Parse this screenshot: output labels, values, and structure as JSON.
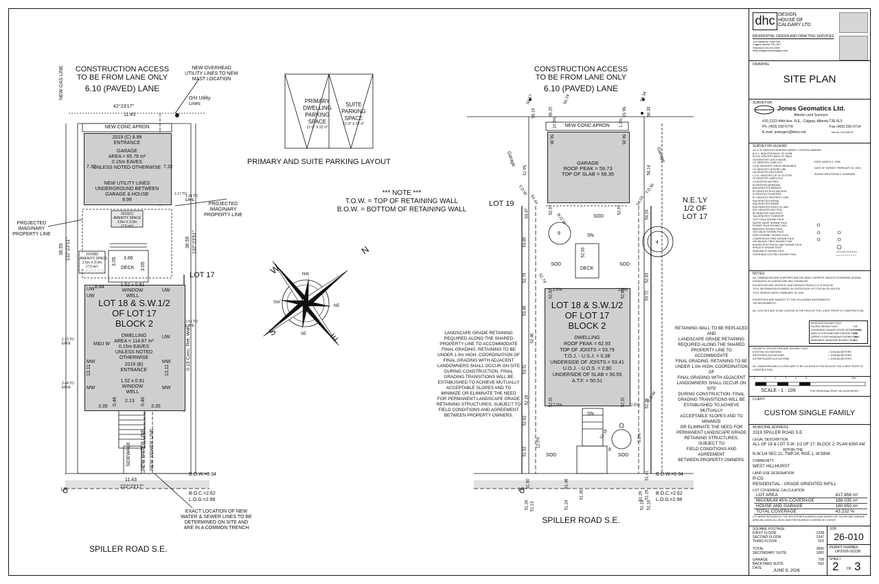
{
  "left_plan": {
    "access_note": [
      "CONSTRUCTION ACCESS",
      "TO BE FROM LANE ONLY"
    ],
    "lane": "6.10 (PAVED) LANE",
    "overhead_note": [
      "NEW OVERHEAD",
      "UTILITY LINES TO NEW",
      "MAST LOCATION"
    ],
    "gas_line": "NEW GAS LINE",
    "oh_utility": "O/H Utility Lines",
    "bearing_top": "42°23'17\"",
    "dim_top": "11.43",
    "apron": "NEW CONC APRON",
    "garage_entrance": [
      "2019 (C)",
      "ENTRANCE"
    ],
    "garage_ent_elev": "8.99",
    "garage_lines": [
      "GARAGE",
      "AREA = 65.78 m²",
      "0.15m EAVES",
      "UNLESS NOTED OTHERWISE"
    ],
    "utility_lines": [
      "NEW UTILITY LINES",
      "UNDERGROUND BETWEEN",
      "GARAGE & HOUSE"
    ],
    "garage_width": "8.99",
    "garage_side": "7.32",
    "projected_right": [
      "PROJECTED",
      "IMAGINARY",
      "PROPERTY LINE"
    ],
    "projected_left": [
      "PROJECTED",
      "IMAGINARY",
      "PROPERTY LINE"
    ],
    "side_dim": "36.55",
    "side_bearing": "132°23'51\"",
    "amenity": [
      "2019(C)",
      "AMENITY SPACE",
      "2.5m X 3.0m",
      "(7.5 m²)"
    ],
    "amenity_b": [
      "2019(B)",
      "AMENITY SPACE",
      "2.5m X 3.0m",
      "(7.5 m²)"
    ],
    "deck": "DECK",
    "deck_w": "3.66",
    "deck_h": "3.05",
    "deck_h2": "3.05",
    "top_dim": "8.84",
    "window_well_top": [
      "1.52 x 0.91",
      "WINDOW",
      "WELL"
    ],
    "lot_title": [
      "LOT 18 & S.W.1/2",
      "OF LOT 17",
      "BLOCK 2"
    ],
    "dwelling": [
      "DWELLING",
      "AREA = 114.87 m²",
      "0.15m EAVES",
      "UNLESS NOTED",
      "OTHERWISE"
    ],
    "entrance_b": [
      "2019 (B)",
      "ENTRANCE"
    ],
    "window_well_bot": [
      "1.52 x 0.91",
      "WINDOW",
      "WELL"
    ],
    "depth": "13.11",
    "uw": "UW",
    "mw": "MW",
    "mu": "M&U W",
    "dim_213": "2.13",
    "dim_335a": "3.35",
    "dim_335b": "3.35",
    "dim_046a": "0.46",
    "dim_046b": "0.46",
    "lot17": "LOT 17",
    "retwall": [
      "0.15 Conc.",
      "Ret. Wall"
    ],
    "sidewalk": "SIDEWALK",
    "water_line": "NEW WATER LINE",
    "sewer_line": "NEW SEWER LINE",
    "dim_bottom": "11.43",
    "bearing_bottom": "222°23'17\"",
    "lpo": "LP",
    "bow": "B.O.W.=0.34",
    "boc": "B.O.C.=2.62",
    "log": "L.O.G.=2.98",
    "trench_note": [
      "EXACT LOCATION OF NEW",
      "WATER & SEWER LINES TO BE",
      "DETERMINED ON SITE AND",
      "ARE IN A COMMON TRENCH"
    ],
    "road": "SPILLER ROAD S.E.",
    "small_eave": [
      "1.33 TO",
      "EAVE"
    ],
    "small_eave2": [
      "2.44 TO",
      "EAVE"
    ],
    "small_eave3": [
      "1.51 TO",
      "EAVE"
    ],
    "small_eave4": [
      "1.34 TO",
      "EAVE"
    ],
    "small_eave5": [
      "1.17 TO",
      "EAVE"
    ]
  },
  "parking": {
    "primary": [
      "PRIMARY",
      "DWELLING",
      "PARKING",
      "SPACE",
      "11'-0\" X 22'-0\""
    ],
    "suite": [
      "SUITE",
      "PARKING",
      "SPACE",
      "11'-0\" X 22'-0\""
    ],
    "title": "PRIMARY AND SUITE PARKING LAYOUT"
  },
  "note": {
    "title": "*** NOTE ***",
    "line1": "T.O.W. = TOP OF RETAINING WALL",
    "line2": "B.O.W. = BOTTOM OF RETAINING WALL"
  },
  "compass": {
    "n": "N",
    "s": "S",
    "e": "E",
    "w": "W",
    "nw": "NW",
    "ne": "NE",
    "sw": "SW",
    "se": "SE"
  },
  "right_plan": {
    "access_note": [
      "CONSTRUCTION ACCESS",
      "TO BE FROM LANE ONLY"
    ],
    "lane": "6.10 (PAVED) LANE",
    "apron": "NEW CONC APRON",
    "garage": [
      "GARAGE",
      "ROOF PEAK = 59.73",
      "TOP OF SLAB = 56.35"
    ],
    "lot19": "LOT 19",
    "lot17": [
      "N.E.'LY",
      "1/2 OF",
      "LOT 17"
    ],
    "lot_title": [
      "LOT 18 & S.W.1/2",
      "OF LOT 17",
      "BLOCK 2"
    ],
    "dwelling": [
      "DWELLING",
      "ROOF PEAK = 62.93",
      "TOP OF JOISTS = 53.79",
      "T.O.J. - U.S.J. = 0.38",
      "UNDERSIDE OF JOISTS = 53.41",
      "U.O.J. - U.O.S. = 2.90",
      "UNDERSIDE OF SLAB = 50.55",
      "A.T.F. = 50.51"
    ],
    "deck": "DECK",
    "sod": "SOD",
    "sn": "SN",
    "garage_side": "Garage",
    "garage_side2": "Garage",
    "road": "SPILLER ROAD S.E.",
    "bow": "B.O.W.=0.34",
    "boc": "B.O.C.=2.62",
    "log": "L.O.G.=2.98",
    "lpo": "LP",
    "left_note": [
      "LANDSCAPE GRADE RETAINING",
      "REQUIRED ALONG THE SHARED",
      "PROPERTY LINE TO ACCOMMODATE",
      "FINAL GRADING. RETAINING TO BE",
      "UNDER 1.0m HIGH. COORDINATION OF",
      "FINAL GRADING WITH ADJACENT",
      "LANDOWNERS SHALL OCCUR ON SITE",
      "DURING CONSTRUCTION. FINAL",
      "GRADING TRANSITIONS WILL BE",
      "ESTABLISHED TO ACHIEVE MUTUALLY",
      "ACCEPTABLE SLOPES AND TO",
      "MINIMIZE OR ELIMINATE THE NEED",
      "FOR PERMANENT LANDSCAPE GRADE",
      "RETAINING STRUCTURES, SUBJECT TO",
      "FIELD CONDITIONS AND AGREEMENT",
      "BETWEEN PROPERTY OWNERS."
    ],
    "right_note": [
      "RETAINING WALL TO BE REPLACED AND",
      "LANDSCAPE GRADE RETAINING",
      "REQUIRED ALONG THE SHARED",
      "PROPERTY LINE TO ACCOMMODATE",
      "FINAL GRADING. RETAINING TO BE",
      "UNDER 1.0m HIGH. COORDINATION OF",
      "FINAL GRADING WITH ADJACENT",
      "LANDOWNERS SHALL OCCUR ON SITE",
      "DURING CONSTRUCTION. FINAL",
      "GRADING TRANSITIONS WILL BE",
      "ESTABLISHED TO ACHIEVE MUTUALLY",
      "ACCEPTABLE SLOPES AND TO MINIMIZE",
      "OR ELIMINATE THE NEED FOR",
      "PERMANENT LANDSCAPE GRADE",
      "RETAINING STRUCTURES, SUBJECT TO",
      "FIELD CONDITIONS AND AGREEMENT",
      "BETWEEN PROPERTY OWNERS."
    ],
    "elev": [
      "56.17",
      "56.24",
      "56.34",
      "56.19",
      "56.20",
      "56.53",
      "56.33",
      "56.36",
      "56.35",
      "54.73",
      "56.14",
      "54.44",
      "54.47",
      "52.97",
      "52.97",
      "54.24",
      "54.24",
      "53.85",
      "52.79",
      "52.79",
      "52.93",
      "52.82",
      "52.80",
      "52.63",
      "53.49",
      "53.72",
      "52.46",
      "53.51",
      "52.28",
      "52.31",
      "52.31",
      "52.29",
      "52.62",
      "52.18",
      "51.52",
      "51.50",
      "51.46",
      "51.41",
      "51.35",
      "51.29",
      "51.29",
      "51.24",
      "51.18",
      "51.26",
      "51.13",
      "51.16"
    ],
    "pct": [
      "10.0%",
      "1.3%",
      "2.0%",
      "2.0%",
      "2.0%",
      "2.0%",
      "12.0%",
      "5.0%"
    ],
    "trees": [
      "9",
      "8",
      "4"
    ],
    "tow": "T.O.W.",
    "bow_lbl": "B.O.W."
  },
  "titleblock": {
    "logo": "dhc",
    "firm": [
      "DESIGN",
      "HOUSE OF",
      "CALGARY LTD"
    ],
    "firm_sub": "RESIDENTIAL DESIGN AND DRAFTING SERVICES",
    "firm_addr": [
      "133 Hawkbury Close NW",
      "Calgary, Alberta T3G 3E3",
      "Telephone 403 451 6595",
      "www.designhouseofcalgary.com"
    ],
    "drawing_lbl": "DRAWING",
    "drawing": "SITE PLAN",
    "surveyor_lbl": "SURVEYOR",
    "surveyor_name": "Jones Geomatics Ltd.",
    "surveyor_sub": "Alberta Land Surveyor",
    "surveyor_addr": "#20,1323-44th Ave. N.E., Calgary, Alberta T2E 6L5",
    "surveyor_ph": "Ph. (403) 230-0778",
    "surveyor_fax": "Fax (403) 230-0714",
    "surveyor_email": "E-mail: jonesgeo@telus.net",
    "surveyor_job": "Job No. K11036-26",
    "legend_lbl": "SURVEYOR LEGEND",
    "legend": [
      "A.E.C.M.   DENOTES ALBERTA SURVEY CONTROL MARKER",
      "B.O.C.     DENOTES BACK OF CURB",
      "B.O.W.     DENOTES BACK OF WALK",
      "CB         DENOTES CATCH BASIN",
      "CC         DENOTES CURB CUT",
      "CK.M.      DENOTES CHECK MEASURED",
      "C/L        DENOTES CENTRE LINE",
      "Hw         DENOTES HEDTHRES",
      "L.O.G.     DENOTES LIP OF GUTTER",
      "LP         DENOTES LAMP POLE",
      "m          DENOTES METRES",
      "M          DENOTES MERIDIAN",
      "Mkd        DENOTES MARKED",
      "Ph         DENOTES POLE ANCHOR",
      "PI         DENOTES PLANTERS",
      "PL         DENOTES PROPERTY LINE",
      "Rad        DENOTES RADIAL",
      "Rge        DENOTES RANGE",
      "R/W        DENOTES RIGHT-OF-WAY",
      "SEC        DENOTES SECTION",
      "SS         DENOTES SIGN POST",
      "Twp        DENOTES TOWNSHIP",
      "TEST HOLE SHOWN THUS",
      "WATER VALVE SHOWN THUS",
      "POWER POLE SHOWN THUS",
      "MANHOLE SHOWN THUS",
      "GAS VALVE SHOWN THUS",
      "FIRE HYDRANT SHOWN THUS",
      "CONIFEROUS TREE SHOWN THUS",
      "DECIDUOUS TREE SHOWN THUS",
      "BURIED ELECTRICAL LINE SHOWN THUS",
      "FENCE IS SHOWN THUS",
      "SWALINE IS SHOWN THUS",
      "OVERHEAD UTILITIES SHOWN THUS"
    ],
    "legend_date": "DATE: MARCH 2, 2026",
    "legend_survey": "DATE OF SURVEY: FEBRUARY 25, 2026",
    "legend_initials": "SURVEYOR'S INITIALS: SG/MH/MD",
    "notes_title": "NOTES",
    "notes": [
      "ALL DIMENSIONS ARE IN METRES AND DECIMALS THEREOF UNLESS OTHERWISE SHOWN",
      "DISTANCES ON CURVES ARE ARC DISTANCES",
      "ELEVATIONS ARE GEODETIC AND DERIVED FROM A.S.C.M 401/0740",
      "TITLE INFORMATION IS BASED ON CERTIFICATE OF TITLE No 201 040 576",
      "TITLE SEARCH DATED FEBRUARY 18, 2026",
      "PROPERTIES ARE SUBJECT TO THE FOLLOWING INSTRUMENTS:",
      "-NO INSTRUMENTS-",
      "ALL UTILITIES ARE TO BE LOCATED IN THE FIELD BY THE CLIENT PRIOR TO CONSTRUCTION."
    ],
    "windows": [
      "WINDOWS SHOWN THUS:",
      "DOORS SHOWN THUS",
      "OVERHEAD GARAGE DOOR SHOWN THUS",
      "MAIN FLOOR WINDOWS SHOWN THUS",
      "UPPER FLOOR WINDOWS SHOWN THUS",
      "BASEMENT WINDOWS SHOWN THUS"
    ],
    "windows_codes": [
      "DR",
      "OHGD",
      "MW",
      "UW",
      "BW"
    ],
    "geodetic": [
      "GEODETIC ELEVATIONS ARE SHOWN THUS:",
      "EXISTING ELEVATIONS",
      "PROPOSED ELEVATIONS",
      "INTERPOLATED ELEVATIONS"
    ],
    "geodetic_vals": [
      "= 1045.66 METERS",
      "= 1045.66 METERS",
      "= 1045.66 METERS"
    ],
    "underground": "ALL UNDERGROUND UTILITIES ARE TO BE LOCATED IN THE FIELD BY THE CLIENT PRIOR TO CONSTRUCTION.",
    "scale_ticks": [
      "0",
      "1",
      "2",
      "3",
      "4",
      "5",
      "10m"
    ],
    "scale": "SCALE - 1 : 100",
    "scale_note": "FOR PERSONAL PRINT ON 24x36 PAPER",
    "client_lbl": "CLIENT",
    "client": "CUSTOM SINGLE FAMILY",
    "municipal_lbl": "MUNICIPAL ADDRESS",
    "municipal": "2019 SPILLER ROAD S.E.",
    "legal_lbl": "LEGAL DESCRIPTION",
    "legal": "ALL OF 18 & LOT S.W. 1/2 OF 17; BLOCK 2; PLAN 6260 AM",
    "legal_within": "WITHIN THE",
    "legal2": "N.W.1/4 SEC.11, TWP.24, RGE.1, W.5thM.",
    "community_lbl": "COMMUNITY",
    "community": "WEST HILLHURST",
    "landuse_lbl": "LAND USE DESIGNATION",
    "landuse": "R-CG",
    "landuse2": "RESIDENTIAL - GRADE ORIENTED INFILL",
    "coverage_lbl": "LOT COVERAGE CALCULATION",
    "coverage": [
      {
        "k": "LOT AREA",
        "v": "417.856 m²"
      },
      {
        "k": "MAXIMUM 45% COVERAGE",
        "v": "188.035 m²"
      },
      {
        "k": "HOUSE AND GARAGE",
        "v": "180.650 m²"
      },
      {
        "k": "TOTAL COVERAGE",
        "v": "43.232 %"
      }
    ],
    "coverage_note": "LOT AREA PROVIDED BY THE REGISTERED ALBERTA LAND SURVEYOR. HOUSE AND GARAGE AREA INCLUDES ALL DECK AND PORCH AREAS COVERED BY A ROOF.",
    "sqft_lbl": "SQUARE FOOTAGE",
    "sqft": [
      {
        "k": "FIRST FLOOR",
        "v": "1238"
      },
      {
        "k": "SECOND FLOOR",
        "v": "1247"
      },
      {
        "k": "THIRD FLOOR",
        "v": "515"
      },
      {
        "k": "TOTAL",
        "v": "3000"
      },
      {
        "k": "SECONDARY SUITE",
        "v": "1082"
      },
      {
        "k": "GARAGE",
        "v": "708"
      },
      {
        "k": "BACKYARD SUITE",
        "v": "562"
      }
    ],
    "job_lbl": "JOB",
    "job": "26-010",
    "permit_lbl": "PERMIT NUMBER",
    "permit": "DP2026-02238",
    "sheet_lbl": "SHEET",
    "sheet": "2",
    "sheet_of": "OF",
    "sheet_total": "3",
    "date_lbl": "DATE",
    "date": "JUNE 8, 2026"
  }
}
